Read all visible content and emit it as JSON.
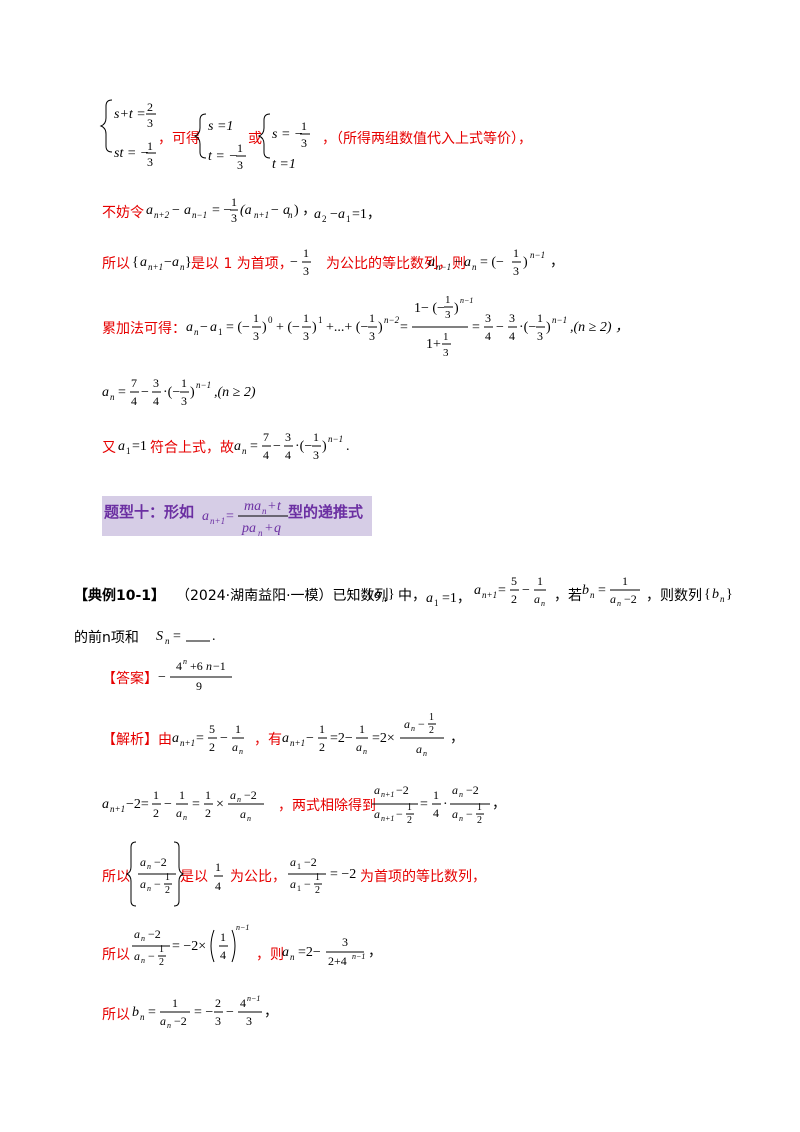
{
  "text": {
    "cond1": "，可得",
    "cond_or": "或",
    "cond_note": "，（所得两组数值代入上式等价），",
    "let": "不妨令",
    "so1": "所以",
    "so1_mid": "是以 1 为首项，",
    "so1_ratio": "为公比的等比数列，则",
    "sum": "累加法可得：",
    "again": "又",
    "again_mid": "符合上式，故",
    "heading_pre": "题型十：形如",
    "heading_post": "型的递推式",
    "example_tag": "【典例10-1】",
    "example_src": "（2024·湖南益阳·一模）已知数列",
    "example_mid": "中，",
    "example_if": "，若",
    "example_then": "，则数列",
    "example_tail": "的前n项和",
    "answer_tag": "【答案】",
    "sol_tag": "【解析】由",
    "sol_have": "，有",
    "divide": "，两式相除得到",
    "so2": "所以",
    "so2_mid": "是以",
    "so2_ratio": "为公比，",
    "so2_first": "为首项的等比数列，",
    "so3": "所以",
    "then": "，则",
    "so4": "所以"
  }
}
